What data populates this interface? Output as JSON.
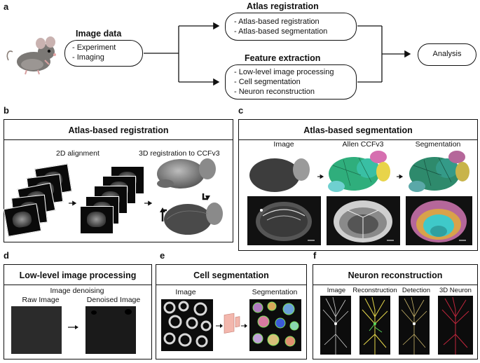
{
  "panel_labels": {
    "a": "a",
    "b": "b",
    "c": "c",
    "d": "d",
    "e": "e",
    "f": "f"
  },
  "a": {
    "image_data": {
      "title": "Image data",
      "items": [
        "- Experiment",
        "- Imaging"
      ]
    },
    "atlas_registration": {
      "title": "Atlas registration",
      "items": [
        "- Atlas-based registration",
        "- Atlas-based segmentation"
      ]
    },
    "feature_extraction": {
      "title": "Feature extraction",
      "items": [
        "- Low-level image processing",
        "- Cell segmentation",
        "- Neuron reconstruction"
      ]
    },
    "analysis": "Analysis"
  },
  "b": {
    "title": "Atlas-based registration",
    "step1": "2D alignment",
    "step2": "3D registration to CCFv3"
  },
  "c": {
    "title": "Atlas-based segmentation",
    "captions": [
      "Image",
      "Allen CCFv3",
      "Segmentation"
    ]
  },
  "d": {
    "title": "Low-level image processing",
    "subtitle": "Image denoising",
    "captions": [
      "Raw Image",
      "Denoised Image"
    ]
  },
  "e": {
    "title": "Cell segmentation",
    "captions": [
      "Image",
      "Segmentation"
    ]
  },
  "f": {
    "title": "Neuron reconstruction",
    "captions": [
      "Image",
      "Reconstruction",
      "Detection",
      "3D Neuron"
    ]
  },
  "colors": {
    "border": "#111111",
    "atlas_green": "#2fae7c",
    "atlas_yellow": "#e8d44a",
    "atlas_pink": "#d66fb0",
    "atlas_cyan": "#3fc9c9",
    "neuron_red": "#c0263c",
    "cnn_pink": "#f3b7ad"
  },
  "icons": [
    "mouse-icon",
    "arrow-icon",
    "brain-icon",
    "cnn-icon"
  ]
}
